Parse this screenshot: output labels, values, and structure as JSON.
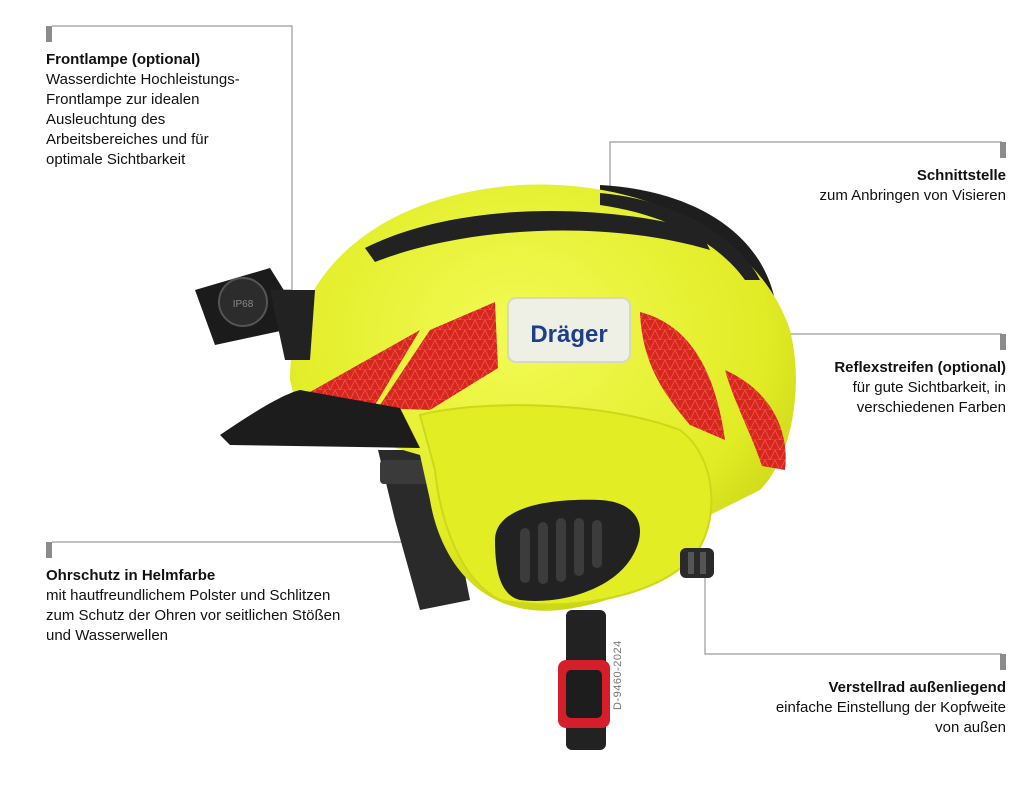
{
  "brand": "Dräger",
  "document_id": "D-9460-2024",
  "callouts": [
    {
      "title": "Frontlampe (optional)",
      "lines": [
        "Wasserdichte Hochleistungs-",
        "Frontlampe zur idealen",
        "Ausleuchtung des",
        "Arbeitsbereiches und für",
        "optimale Sichtbarkeit"
      ]
    },
    {
      "title": "Schnittstelle",
      "lines": [
        "zum Anbringen von Visieren"
      ]
    },
    {
      "title": "Reflexstreifen (optional)",
      "lines": [
        "für gute Sichtbarkeit, in",
        "verschiedenen Farben"
      ]
    },
    {
      "title": "Ohrschutz in Helmfarbe",
      "lines": [
        "mit hautfreundlichem Polster und Schlitzen",
        "zum Schutz der Ohren vor seitlichen Stößen",
        "und Wasserwellen"
      ]
    },
    {
      "title": "Verstellrad außenliegend",
      "lines": [
        "einfache Einstellung der Kopfweite",
        "von außen"
      ]
    }
  ],
  "helmet": {
    "shell_color": "#e4f02a",
    "reflective_color": "#d7261e",
    "trim_color": "#1e1e1e",
    "buckle_color": "#d41f2a",
    "lamp_label": "IP68"
  }
}
